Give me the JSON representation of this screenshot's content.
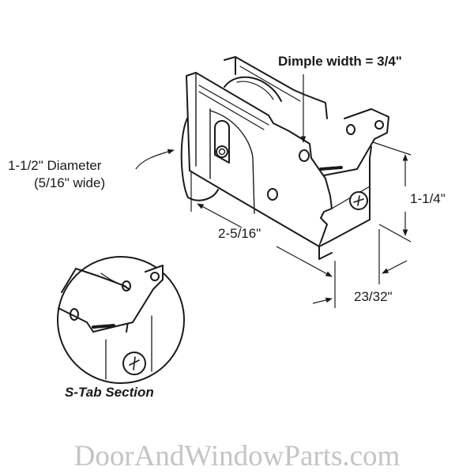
{
  "diagram": {
    "subject": "Sliding door roller assembly (steel housing with wheel)",
    "annotations": {
      "dimple_width": "Dimple width = 3/4\"",
      "wheel_diameter": "1-1/2\" Diameter",
      "wheel_width": "(5/16\" wide)",
      "length": "2-5/16\"",
      "height": "1-1/4\"",
      "depth": "23/32\""
    },
    "inset": {
      "caption": "S-Tab Section"
    },
    "colors": {
      "line": "#1a1a1a",
      "background": "#ffffff",
      "watermark": "#c4c4c4"
    }
  },
  "watermark": {
    "text": "DoorAndWindowParts.com"
  }
}
